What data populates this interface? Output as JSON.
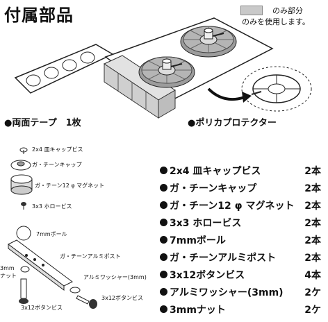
{
  "title": "付属部品",
  "legend": {
    "line1": "のみ部分",
    "line2": "のみを使用します。",
    "swatch_color": "#c9c9c9"
  },
  "captions": {
    "tape": "●両面テープ　1枚",
    "protector": "●ポリカプロテクター"
  },
  "diagram_labels": {
    "screw_cap": "2x4 皿キャップビス",
    "gurney_cap": "ガ・チーンキャップ",
    "gurney_magnet": "ガ・チーン12 φ マグネット",
    "round_screw": "3x3 ホロービス",
    "ball": "7mmボール",
    "post": "ガ・チーンアルミポスト",
    "washer": "アルミワッシャー(3mm)",
    "nut_line1": "3mm",
    "nut_line2": "ナット",
    "button_screw_bottom": "3x12ボタンビス",
    "button_screw_right": "3x12ボタンビス"
  },
  "parts_list": [
    {
      "name": "2x4 皿キャップビス",
      "qty": "2本"
    },
    {
      "name": "ガ・チーンキャップ",
      "qty": "2本"
    },
    {
      "name": "ガ・チーン12 φ マグネット",
      "qty": "2本"
    },
    {
      "name": "3x3 ホロービス",
      "qty": "2本"
    },
    {
      "name": "7mmボール",
      "qty": "2本"
    },
    {
      "name": "ガ・チーンアルミポスト",
      "qty": "2本"
    },
    {
      "name": "3x12ボタンビス",
      "qty": "4本"
    },
    {
      "name": "アルミワッシャー(3mm)",
      "qty": "2ケ"
    },
    {
      "name": "3mmナット",
      "qty": "2ケ"
    }
  ]
}
